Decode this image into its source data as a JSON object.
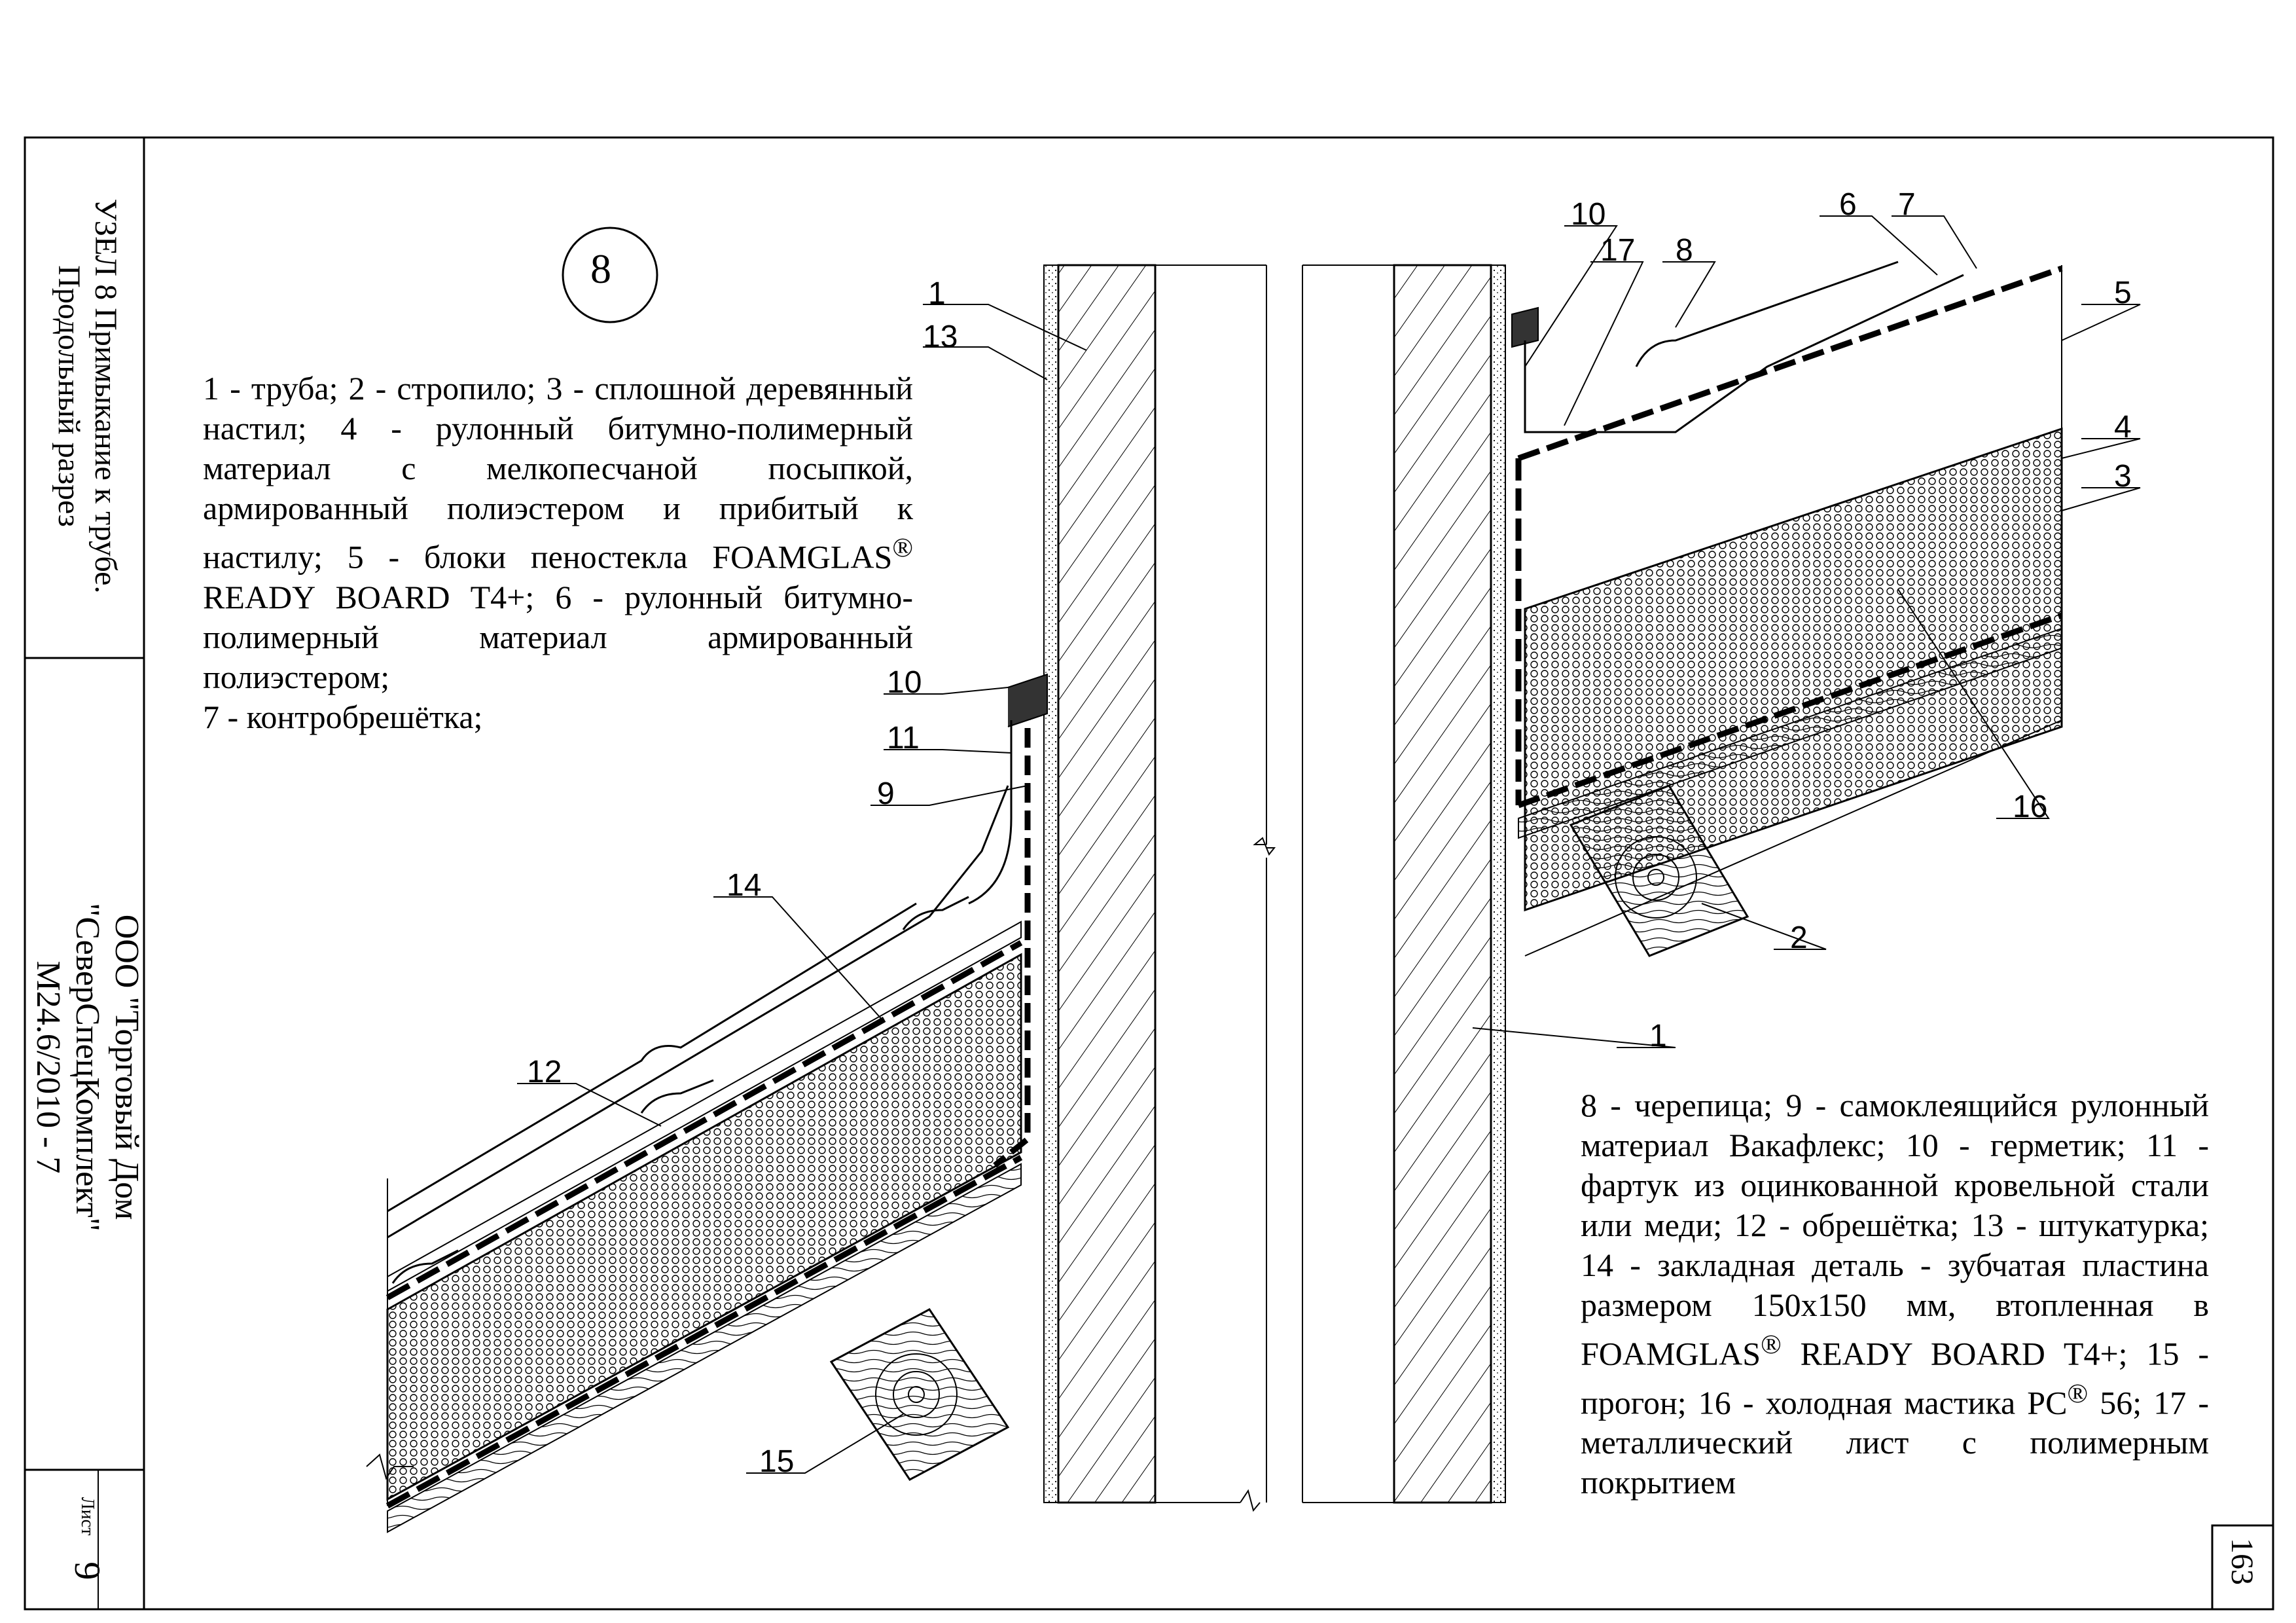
{
  "node_number": "8",
  "title": {
    "line1": "УЗЕЛ 8 Примыкание к трубе.",
    "line2": "Продольный разрез"
  },
  "organization": {
    "line1": "ООО \"Торговый Дом",
    "line2": "\"СеверСпецКомплект\"",
    "line3": "М24.6/2010 - 7"
  },
  "sheet": {
    "label": "Лист",
    "number": "9"
  },
  "page_number": "163",
  "legend_left": {
    "part1": "1 - труба; 2 - стропило; 3 - сплошной деревянный настил; 4 - рулонный битумно-полимерный материал с мелкопесчаной посыпкой, армированный полиэстером и прибитый к настилу; 5 - блоки пеностекла FOAMGLAS",
    "sup": "®",
    "part2": " READY BOARD T4+; 6 - рулонный битумно-полимерный материал армированный полиэстером;",
    "part3": "7 - контробрешётка;"
  },
  "legend_right": {
    "part1": "8 - черепица; 9 - самоклеящийся рулонный материал Вакафлекс; 10 - герметик; 11 - фартук из оцинкованной кровельной стали или меди; 12 - обрешётка; 13 - штукатурка; 14 - закладная деталь - зубчатая пластина размером 150x150 мм, втопленная в FOAMGLAS",
    "sup1": "®",
    "part2": " READY BOARD T4+; 15 - прогон; 16 - холодная мастика PC",
    "sup2": "®",
    "part3": " 56; 17 - металлический лист с полимерным покрытием"
  },
  "callouts_left": [
    "1",
    "13",
    "10",
    "11",
    "9",
    "14",
    "12",
    "15"
  ],
  "callouts_right": [
    "10",
    "17",
    "8",
    "6",
    "7",
    "5",
    "4",
    "3",
    "16",
    "2",
    "1"
  ]
}
